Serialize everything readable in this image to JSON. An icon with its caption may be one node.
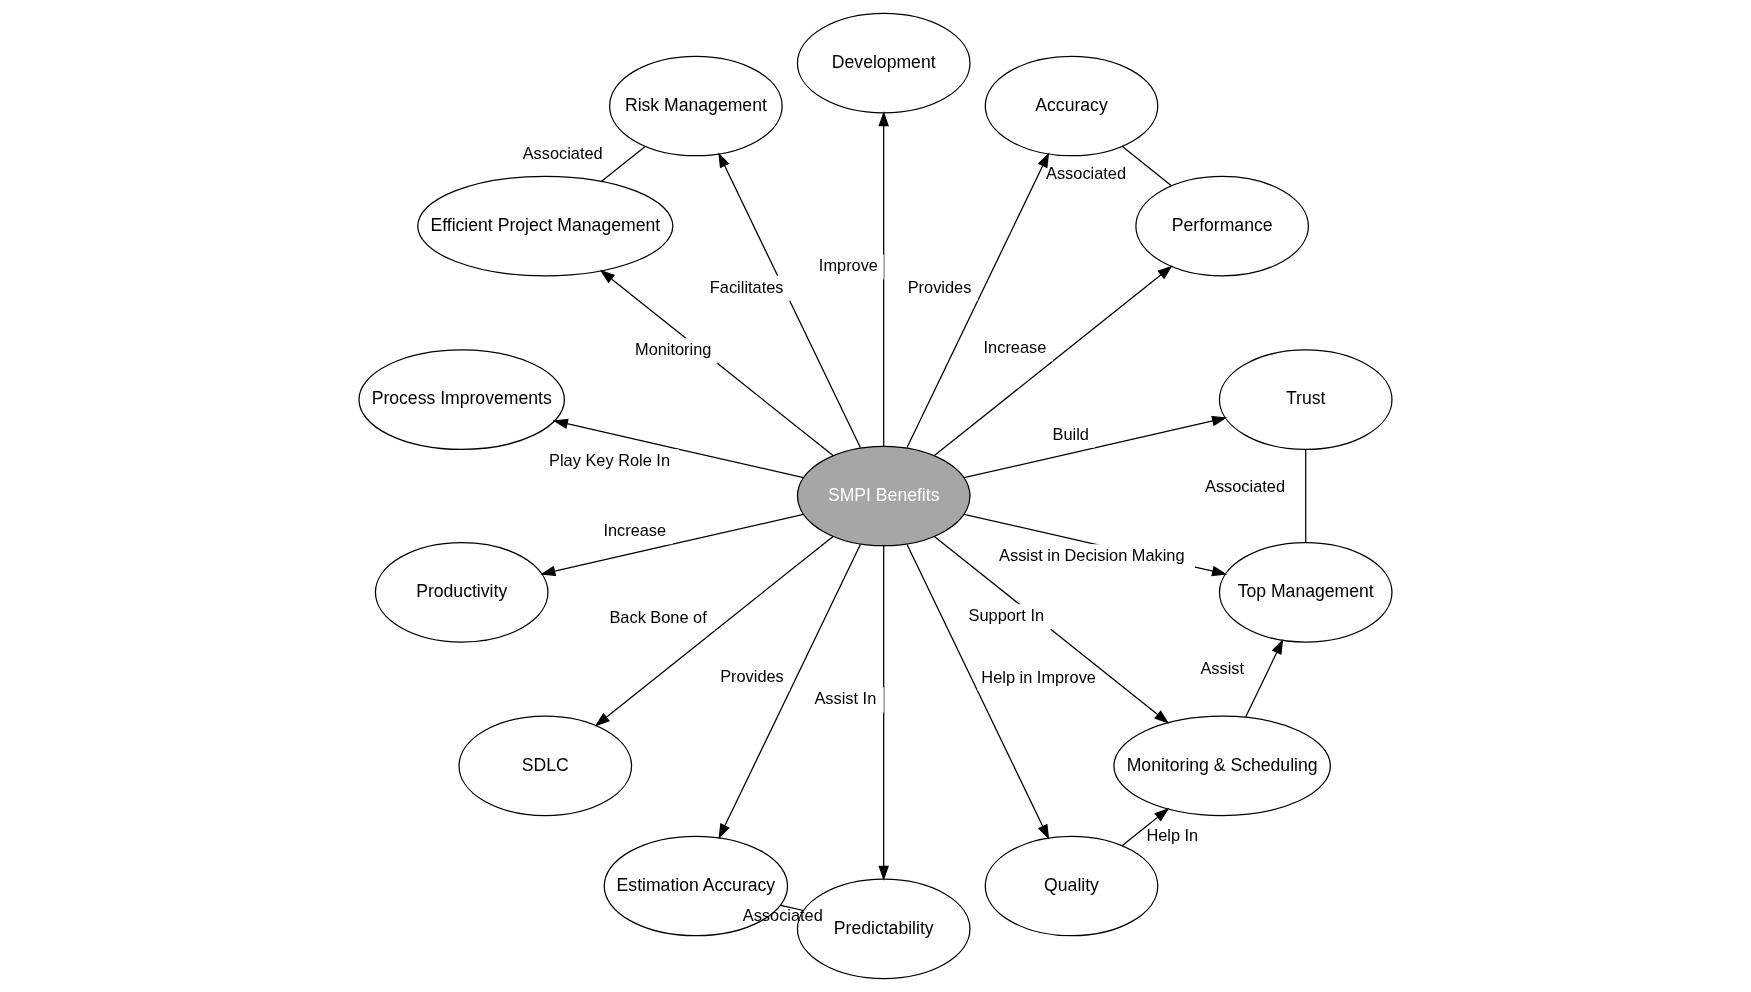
{
  "diagram": {
    "nodes": [
      {
        "text": [
          "SMPI Benefits"
        ]
      },
      {
        "text": [
          "Risk Management"
        ]
      },
      {
        "text": [
          "Development"
        ]
      },
      {
        "text": [
          "Accuracy"
        ]
      },
      {
        "text": [
          "Efficient Project Management"
        ]
      },
      {
        "text": [
          "Performance"
        ]
      },
      {
        "text": [
          "Process Improvements"
        ]
      },
      {
        "text": [
          "Trust"
        ]
      },
      {
        "text": [
          "Productivity"
        ]
      },
      {
        "text": [
          "Top Management"
        ]
      },
      {
        "text": [
          "SDLC"
        ]
      },
      {
        "text": [
          "Monitoring & Scheduling"
        ]
      },
      {
        "text": [
          "Estimation Accuracy"
        ]
      },
      {
        "text": [
          "Predictability"
        ]
      },
      {
        "text": [
          "Quality"
        ]
      }
    ],
    "edges": [
      {
        "from": 0,
        "to": 7,
        "arrow": "to",
        "label": "Build"
      },
      {
        "from": 0,
        "to": 5,
        "arrow": "to",
        "label": "Increase"
      },
      {
        "from": 0,
        "to": 3,
        "arrow": "to",
        "label": "Provides"
      },
      {
        "from": 0,
        "to": 2,
        "arrow": "to",
        "label": "Improve"
      },
      {
        "from": 0,
        "to": 1,
        "arrow": "to",
        "label": "Facilitates"
      },
      {
        "from": 0,
        "to": 4,
        "arrow": "to",
        "label": "Monitoring"
      },
      {
        "from": 0,
        "to": 6,
        "arrow": "to",
        "label": "Play Key Role In"
      },
      {
        "from": 0,
        "to": 8,
        "arrow": "to",
        "label": "Increase"
      },
      {
        "from": 0,
        "to": 10,
        "arrow": "to",
        "label": "Back Bone of"
      },
      {
        "from": 0,
        "to": 12,
        "arrow": "to",
        "label": "Provides"
      },
      {
        "from": 0,
        "to": 13,
        "arrow": "to",
        "label": "Assist In"
      },
      {
        "from": 0,
        "to": 14,
        "arrow": "to",
        "label": "Help in Improve"
      },
      {
        "from": 0,
        "to": 11,
        "arrow": "to",
        "label": "Support In"
      },
      {
        "from": 0,
        "to": 9,
        "arrow": "to",
        "label": "Assist in Decision Making"
      },
      {
        "from": 4,
        "to": 1,
        "arrow": "none",
        "label": "Associated"
      },
      {
        "from": 3,
        "to": 5,
        "arrow": "none",
        "label": "Associated"
      },
      {
        "from": 7,
        "to": 9,
        "arrow": "none",
        "label": "Associated"
      },
      {
        "from": 12,
        "to": 13,
        "arrow": "none",
        "label": "Associated"
      },
      {
        "from": 14,
        "to": 11,
        "arrow": "to",
        "label": "Help In"
      },
      {
        "from": 11,
        "to": 9,
        "arrow": "to",
        "label": "Assist"
      }
    ]
  }
}
